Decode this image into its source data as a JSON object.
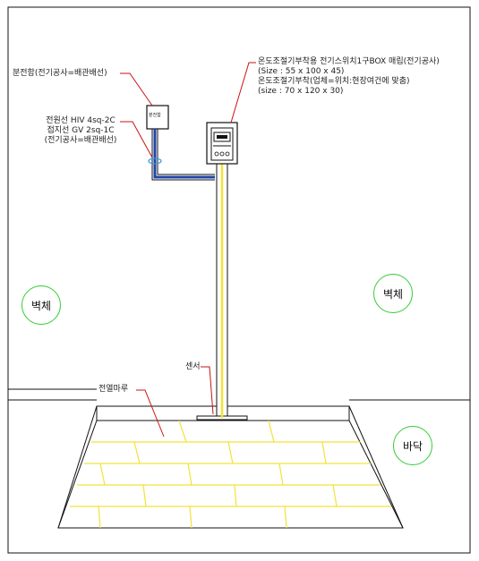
{
  "labels": {
    "panel_box": "분전함(전기공사=배관배선)",
    "panel_box_tag": "분전함",
    "wire_line1": "전원선 HIV 4sq-2C",
    "wire_line2": "접지선 GV 2sq-1C",
    "wire_line3": "(전기공사=배관배선)",
    "switchbox_line1": "온도조절기부착용 전기스위치1구BOX 매립(전기공사)",
    "switchbox_line2": "(Size : 55 x 100 x 45)",
    "thermostat_line1": "온도조절기부착(업체=위치:현장여건에 맞춤)",
    "thermostat_line2": "(size : 70 x 120 x 30)",
    "sensor": "센서",
    "floor_heating": "전열마루",
    "wall_left": "벽체",
    "wall_right": "벽체",
    "floor": "바닥"
  },
  "colors": {
    "line": "#111111",
    "leader": "#cc1111",
    "heating_wire": "#f2e23a",
    "conduit": "#2244aa",
    "circle": "#33cc33"
  }
}
